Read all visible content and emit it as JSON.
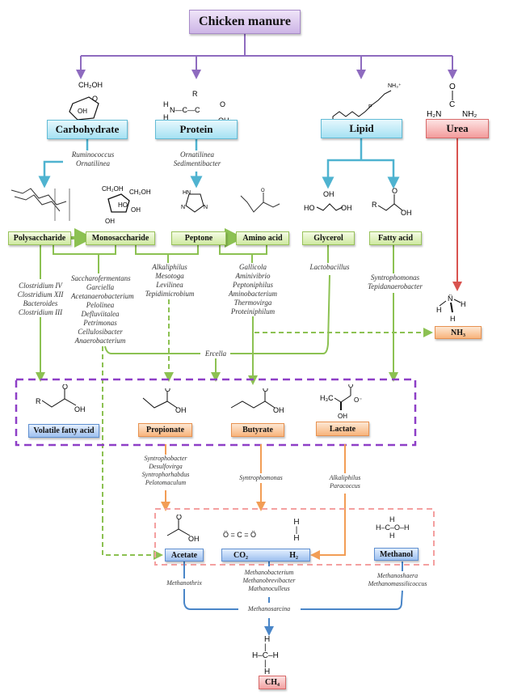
{
  "title": "Chicken manure",
  "substrates": {
    "carbohydrate": "Carbohydrate",
    "protein": "Protein",
    "lipid": "Lipid",
    "urea": "Urea"
  },
  "intermediates": {
    "polysaccharide": "Polysaccharide",
    "monosaccharide": "Monosaccharide",
    "peptone": "Peptone",
    "amino_acid": "Amino acid",
    "glycerol": "Glycerol",
    "fatty_acid": "Fatty acid",
    "nh3": "NH₃"
  },
  "acids": {
    "vfa": "Volatile fatty acid",
    "propionate": "Propionate",
    "butyrate": "Butyrate",
    "lactate": "Lactate"
  },
  "methanogenic_substrates": {
    "acetate": "Acetate",
    "co2": "CO₂",
    "h2": "H₂",
    "methanol": "Methanol"
  },
  "product": "CH₄",
  "microbes": {
    "carbohydrate_hydrolysis": "Ruminococcus\nOrnatilinea",
    "protein_hydrolysis": "Ornatilinea\nSedimentibacter",
    "polysaccharide_to_vfa": "Clostridium IV\nClostridium XII\nBacteroides\nClostridium III",
    "mono_to_acids": "Saccharofermentans\nGarciella\nAcetanaerobacterium\nPelolinea\nDefluviitalea\nPetrimonas\nCellulosibacter\nAnaerobacterium",
    "peptone_to_propionate": "Alkaliphilus\nMesotoga\nLevilinea\nTepidimicrobium",
    "amino_to_butyrate": "Gallicola\nAminivibrio\nPeptoniphilus\nAminobacterium\nThermovirga\nProteiniphilum",
    "glycerol": "Lactobacillus",
    "fatty_acid": "Syntrophomonas\nTepidanaerobacter",
    "ercella": "Ercella",
    "propionate_oxidizers": "Syntrophobacter\nDesulfovirga\nSyntrophorhabdus\nPelotomaculum",
    "butyrate_oxidizers": "Syntrophomonas",
    "lactate_oxidizers": "Alkaliphilus\nParacoccus",
    "acetoclastic": "Methanothrix",
    "hydrogenotrophic": "Methanobacterium\nMethanobrevibacter\nMathanoculleus",
    "methylotrophic": "Methanoshaera\nMethanomassilicoccus",
    "mixotrophic": "Methanosarcina"
  },
  "molecules": {
    "glucose": "glucose-structure",
    "amino_general": "amino-acid-structure",
    "phospholipid": "phospholipid-structure",
    "urea_formula": [
      "O",
      "C",
      "H₂N",
      "NH₂"
    ],
    "glycerol_formula": [
      "OH",
      "HO",
      "OH"
    ],
    "ammonia_formula": [
      "N",
      "H",
      "H",
      "H"
    ],
    "co2_formula": "Ö = C = Ö",
    "h2_formula": [
      "H",
      "H"
    ],
    "methanol_formula": [
      "H",
      "H–C–O–H",
      "H"
    ],
    "methane_formula": [
      "H",
      "H–C–H",
      "H"
    ],
    "lactate_formula": [
      "H₃C",
      "O",
      "O⁻",
      "OH"
    ],
    "oh": "OH",
    "o": "O",
    "r": "R",
    "hn": "HN",
    "n": "N"
  },
  "colors": {
    "purple": "#8e6bbf",
    "cyan": "#4fb3d0",
    "red": "#d9534f",
    "green": "#8cc152",
    "orange": "#f29d55",
    "blue": "#4a86c8",
    "pink_dash": "#f4a0a0"
  }
}
